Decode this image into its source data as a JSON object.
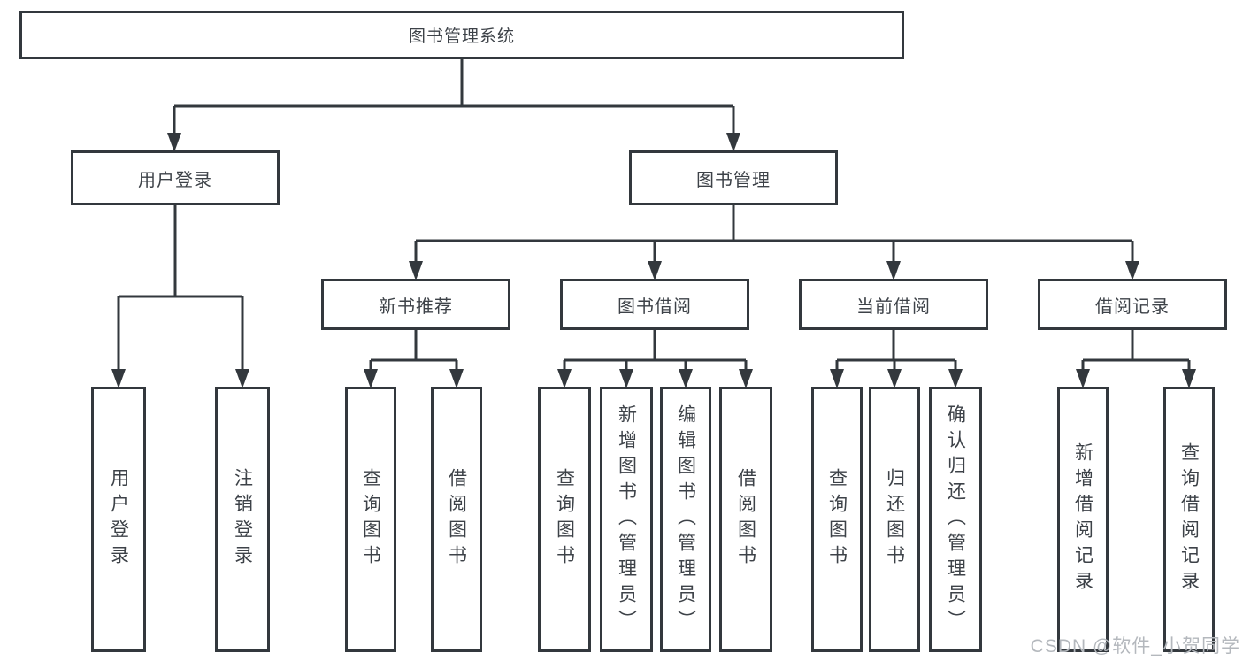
{
  "colors": {
    "line": "#33383d",
    "text": "#3d4248",
    "watermark": "#b4b8bd"
  },
  "watermark": {
    "text": "CSDN @软件_小贺同学"
  },
  "tree": {
    "root": {
      "label": "图书管理系统",
      "children": [
        {
          "label": "用户登录",
          "children": [
            {
              "label": "用户登录"
            },
            {
              "label": "注销登录"
            }
          ]
        },
        {
          "label": "图书管理",
          "children": [
            {
              "label": "新书推荐",
              "children": [
                {
                  "label": "查询图书"
                },
                {
                  "label": "借阅图书"
                }
              ]
            },
            {
              "label": "图书借阅",
              "children": [
                {
                  "label": "查询图书"
                },
                {
                  "label": "新增图书（管理员）"
                },
                {
                  "label": "编辑图书（管理员）"
                },
                {
                  "label": "借阅图书"
                }
              ]
            },
            {
              "label": "当前借阅",
              "children": [
                {
                  "label": "查询图书"
                },
                {
                  "label": "归还图书"
                },
                {
                  "label": "确认归还（管理员）"
                }
              ]
            },
            {
              "label": "借阅记录",
              "children": [
                {
                  "label": "新增借阅记录"
                },
                {
                  "label": "查询借阅记录"
                }
              ]
            }
          ]
        }
      ]
    }
  }
}
